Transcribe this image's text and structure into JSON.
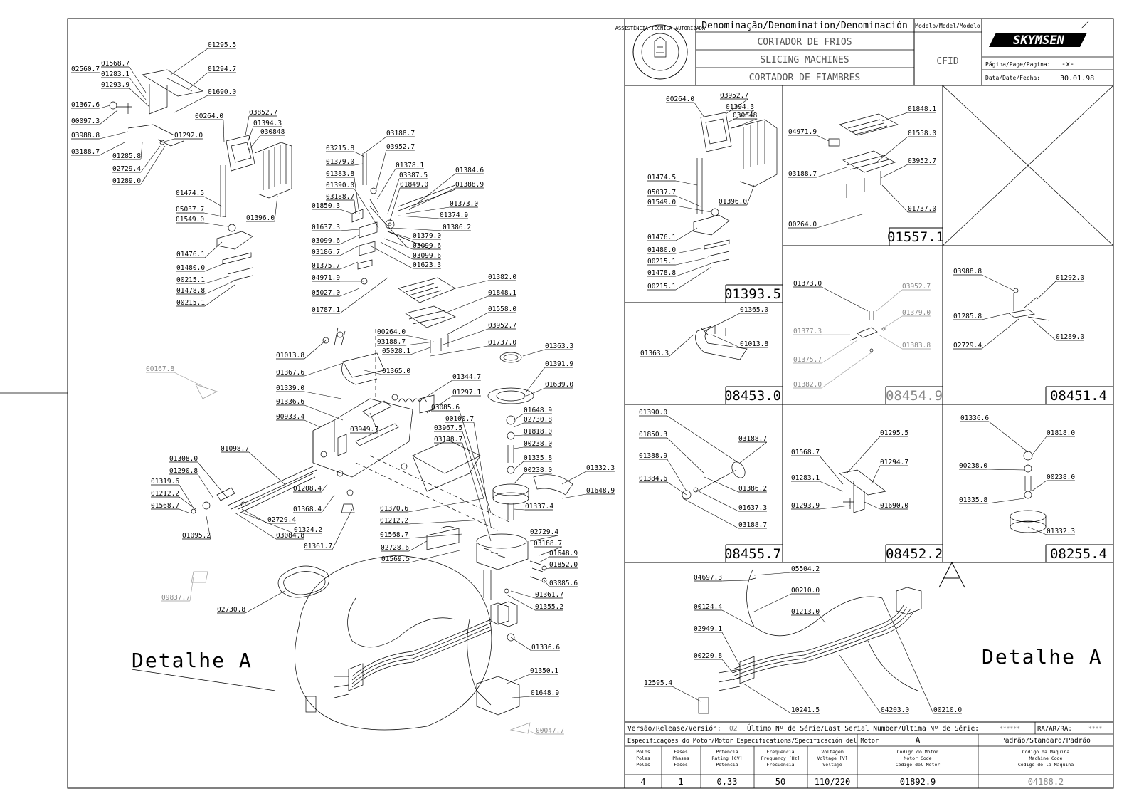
{
  "header": {
    "denomination_label": "Denominação/Denomination/Denominación",
    "model_label": "Modelo/Model/Modelo",
    "name_pt": "CORTADOR DE FRIOS",
    "name_en": "SLICING MACHINES",
    "name_es": "CORTADOR DE FIAMBRES",
    "model": "CFID",
    "brand": "SKYMSEN",
    "page_label": "Página/Page/Pagina:",
    "page_value": "-x-",
    "date_label": "Data/Date/Fecha:",
    "date_value": "30.01.98",
    "seal_text": "ASSISTÊNCIA TÉCNICA AUTORIZADA"
  },
  "main_labels": [
    "01295.5",
    "01568.7",
    "01294.7",
    "01283.1",
    "01293.9",
    "01690.0",
    "01367.6",
    "00097.3",
    "03988.8",
    "03188.7",
    "00264.0",
    "03852.7",
    "01394.3",
    "030848",
    "01292.0",
    "01285.8",
    "02729.4",
    "01289.0",
    "01474.5",
    "05037.7",
    "01549.0",
    "01396.0",
    "01476.1",
    "01480.0",
    "00215.1",
    "01478.8",
    "00215.1",
    "03188.7",
    "03215.8",
    "03952.7",
    "01379.0",
    "01378.1",
    "01383.8",
    "03387.5",
    "01384.6",
    "01390.0",
    "01849.0",
    "01388.9",
    "03188.7",
    "01373.0",
    "01850.3",
    "01374.9",
    "01386.2",
    "01637.3",
    "03099.6",
    "01379.0",
    "03186.7",
    "03099.6",
    "01375.7",
    "03099.6",
    "04971.9",
    "01623.3",
    "05027.0",
    "01787.1",
    "01382.0",
    "01848.1",
    "01558.0",
    "03952.7",
    "01737.0",
    "00264.0",
    "03188.7",
    "05028.1",
    "01365.0",
    "01013.8",
    "01367.6",
    "01363.3",
    "01344.7",
    "01391.9",
    "01639.0",
    "01339.0",
    "01297.1",
    "01648.9",
    "01336.6",
    "02730.8",
    "00933.4",
    "03085.6",
    "01818.0",
    "00100.7",
    "03949.7",
    "03967.5",
    "00238.0",
    "03188.7",
    "01335.8",
    "01098.7",
    "00238.0",
    "01308.0",
    "01332.3",
    "01290.8",
    "01208.4",
    "01648.9",
    "01319.6",
    "01368.4",
    "01212.2",
    "02729.4",
    "01370.6",
    "01337.4",
    "01568.7",
    "01212.2",
    "01324.2",
    "02729.4",
    "01095.2",
    "03084.8",
    "01568.7",
    "03188.7",
    "02728.6",
    "01648.9",
    "01361.7",
    "01569.5",
    "01852.0",
    "03085.6",
    "01361.7",
    "02730.8",
    "01355.2",
    "01336.6",
    "01350.1",
    "01648.9",
    "02560.7"
  ],
  "gray_labels": [
    "00167.8",
    "09837.7",
    "00047.7"
  ],
  "detail_a_label": "Detalhe A",
  "detail_a_letter": "A",
  "panel_01393": {
    "labels": [
      "00264.0",
      "03952.7",
      "01394.3",
      "030848",
      "01474.5",
      "05037.7",
      "01549.0",
      "01396.0",
      "01476.1",
      "01480.0",
      "00215.1",
      "01478.8",
      "00215.1"
    ],
    "code": "01393.5"
  },
  "panel_01557": {
    "labels": [
      "01848.1",
      "04971.9",
      "01558.0",
      "03188.7",
      "03952.7",
      "01737.0",
      "00264.0"
    ],
    "code": "01557.1"
  },
  "panel_08453": {
    "labels": [
      "01365.0",
      "01013.8",
      "01363.3"
    ],
    "code": "08453.0"
  },
  "panel_08454": {
    "labels": [
      "01373.0",
      "03952.7",
      "01379.0",
      "01377.3",
      "01383.8",
      "01375.7",
      "01382.0"
    ],
    "code": "08454.9"
  },
  "panel_08451": {
    "labels": [
      "03988.8",
      "01292.0",
      "01285.8",
      "02729.4",
      "01289.0"
    ],
    "code": "08451.4"
  },
  "panel_08455": {
    "labels": [
      "01390.0",
      "01850.3",
      "03188.7",
      "01388.9",
      "01384.6",
      "01386.2",
      "01637.3",
      "03188.7"
    ],
    "code": "08455.7"
  },
  "panel_08452": {
    "labels": [
      "01295.5",
      "01568.7",
      "01294.7",
      "01283.1",
      "01293.9",
      "01690.0"
    ],
    "code": "08452.2"
  },
  "panel_08255": {
    "labels": [
      "01336.6",
      "01818.0",
      "00238.0",
      "00238.0",
      "01335.8",
      "01332.3"
    ],
    "code": "08255.4"
  },
  "panel_detail": {
    "labels": [
      "04697.3",
      "05504.2",
      "00210.0",
      "00124.4",
      "01213.0",
      "02949.1",
      "00220.8",
      "12595.4",
      "10241.5",
      "04203.0",
      "00210.0"
    ],
    "letter": "A",
    "title": "Detalhe A"
  },
  "footer": {
    "version_label": "Versão/Release/Versión:",
    "version_value": "02",
    "serial_label": "Último Nº de Série/Last Serial Number/Última Nº de Série:",
    "serial_value": "******",
    "ra_label": "RA/AR/RA:",
    "ra_value": "****",
    "motor_spec_label": "Especificações do Motor/Motor Especifications/Specificación del Motor",
    "motor_code_letter": "A",
    "standard_label": "Padrão/Standard/Padrão",
    "col_heads": [
      [
        "Pólos",
        "Poles",
        "Polos"
      ],
      [
        "Fases",
        "Phases",
        "Fases"
      ],
      [
        "Potência",
        "Rating [CV]",
        "Potencia"
      ],
      [
        "Freqüência",
        "Frequency [Hz]",
        "Frecuencia"
      ],
      [
        "Voltagem",
        "Voltage [V]",
        "Voltaje"
      ],
      [
        "Código do Motor",
        "Motor Code",
        "Código del Motor"
      ],
      [
        "Código da Máquina",
        "Machine Code",
        "Código de la Maquina"
      ]
    ],
    "values": [
      "4",
      "1",
      "0,33",
      "50",
      "110/220",
      "01892.9",
      "04188.2"
    ]
  }
}
